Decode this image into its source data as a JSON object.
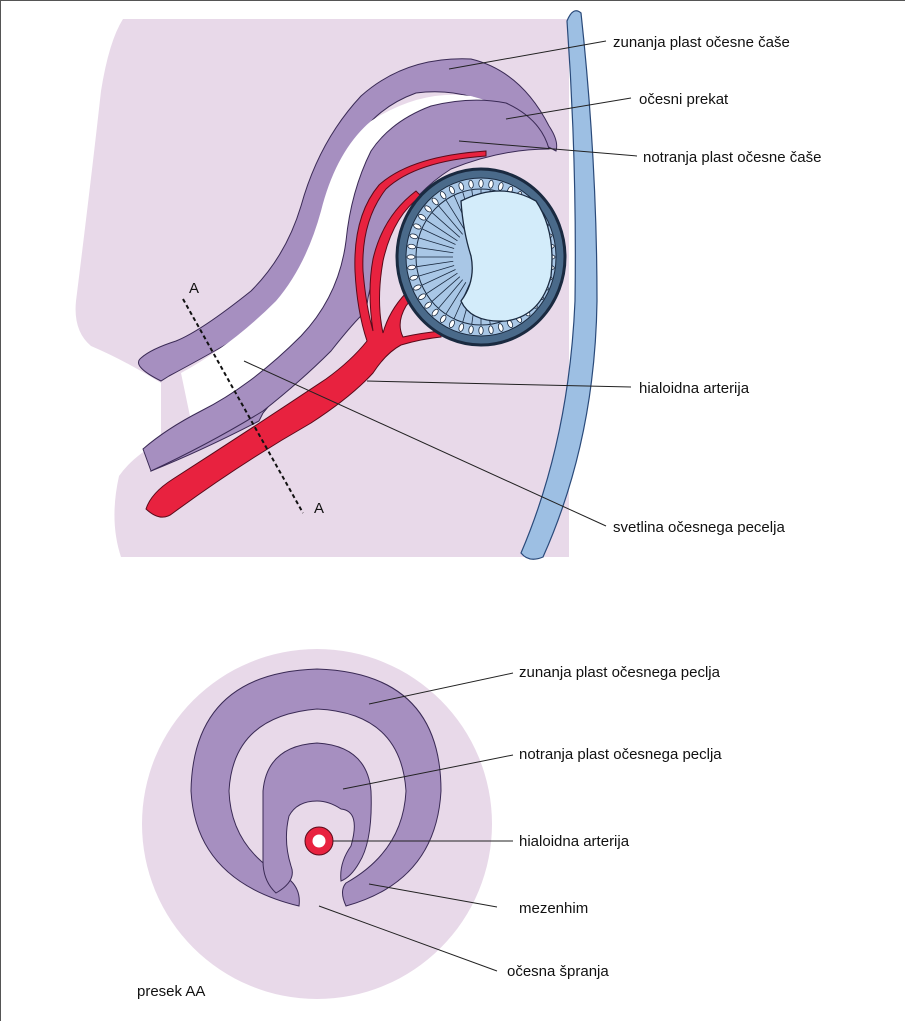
{
  "colors": {
    "mesenchyme": "#e8d9e9",
    "optic_cup": "#a68fc0",
    "optic_cup_stroke": "#3a2a55",
    "artery": "#e8223f",
    "ectoderm": "#9dbfe3",
    "lens_fibers": "#a9c7e6",
    "lens_cavity": "#d3ecfa"
  },
  "top_diagram": {
    "section_marker_top": "A",
    "section_marker_bottom": "A",
    "labels": {
      "outer_cup": "zunanja plast očesne čaše",
      "intraretinal_space": "očesni prekat",
      "inner_cup": "notranja plast očesne čaše",
      "hyaloid_artery": "hialoidna arterija",
      "stalk_lumen": "svetlina očesnega pecelja"
    }
  },
  "bottom_diagram": {
    "caption": "presek AA",
    "labels": {
      "outer_stalk": "zunanja plast očesnega peclja",
      "inner_stalk": "notranja plast očesnega peclja",
      "hyaloid_artery": "hialoidna arterija",
      "mesenchyme": "mezenhim",
      "fissure": "očesna špranja"
    }
  }
}
